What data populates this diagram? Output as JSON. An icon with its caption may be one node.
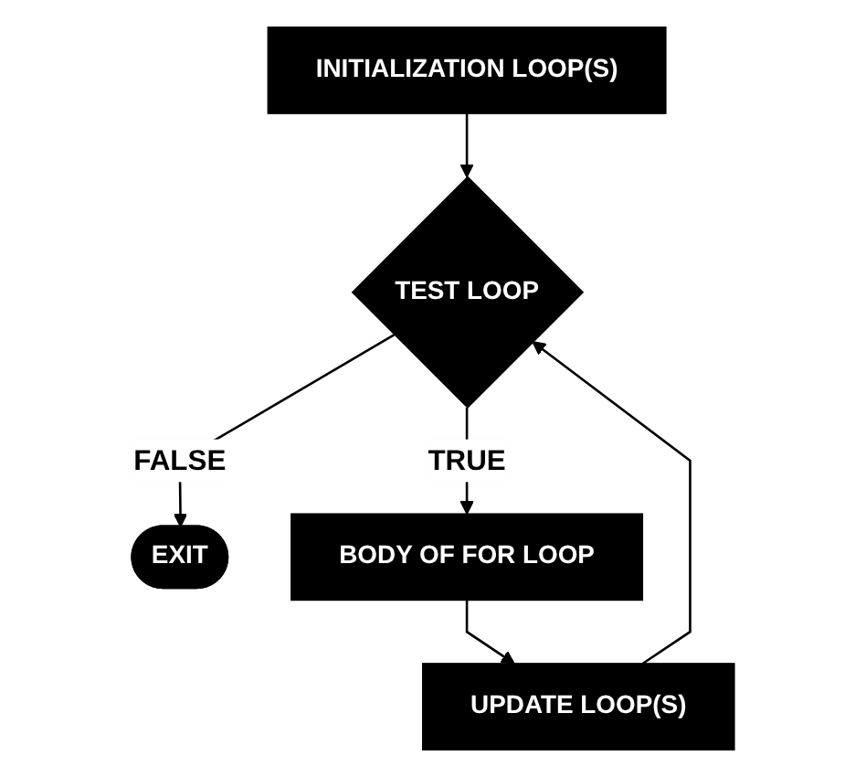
{
  "diagram": {
    "nodes": [
      {
        "text": [
          "INITIALIZATION LOOP(S)"
        ]
      },
      {
        "text": [
          "TEST LOOP"
        ]
      },
      {
        "text": [
          "EXIT"
        ]
      },
      {
        "text": [
          "BODY OF FOR LOOP"
        ]
      },
      {
        "text": [
          "UPDATE LOOP(S)"
        ]
      }
    ],
    "edges": [
      {
        "from": 0,
        "to": 1,
        "arrow": "to"
      },
      {
        "from": 1,
        "to": 2,
        "arrow": "to",
        "label": "FALSE"
      },
      {
        "from": 1,
        "to": 3,
        "arrow": "to",
        "label": "TRUE"
      },
      {
        "from": 3,
        "to": 4,
        "arrow": "to"
      },
      {
        "from": 4,
        "to": 1,
        "arrow": "to"
      }
    ]
  }
}
